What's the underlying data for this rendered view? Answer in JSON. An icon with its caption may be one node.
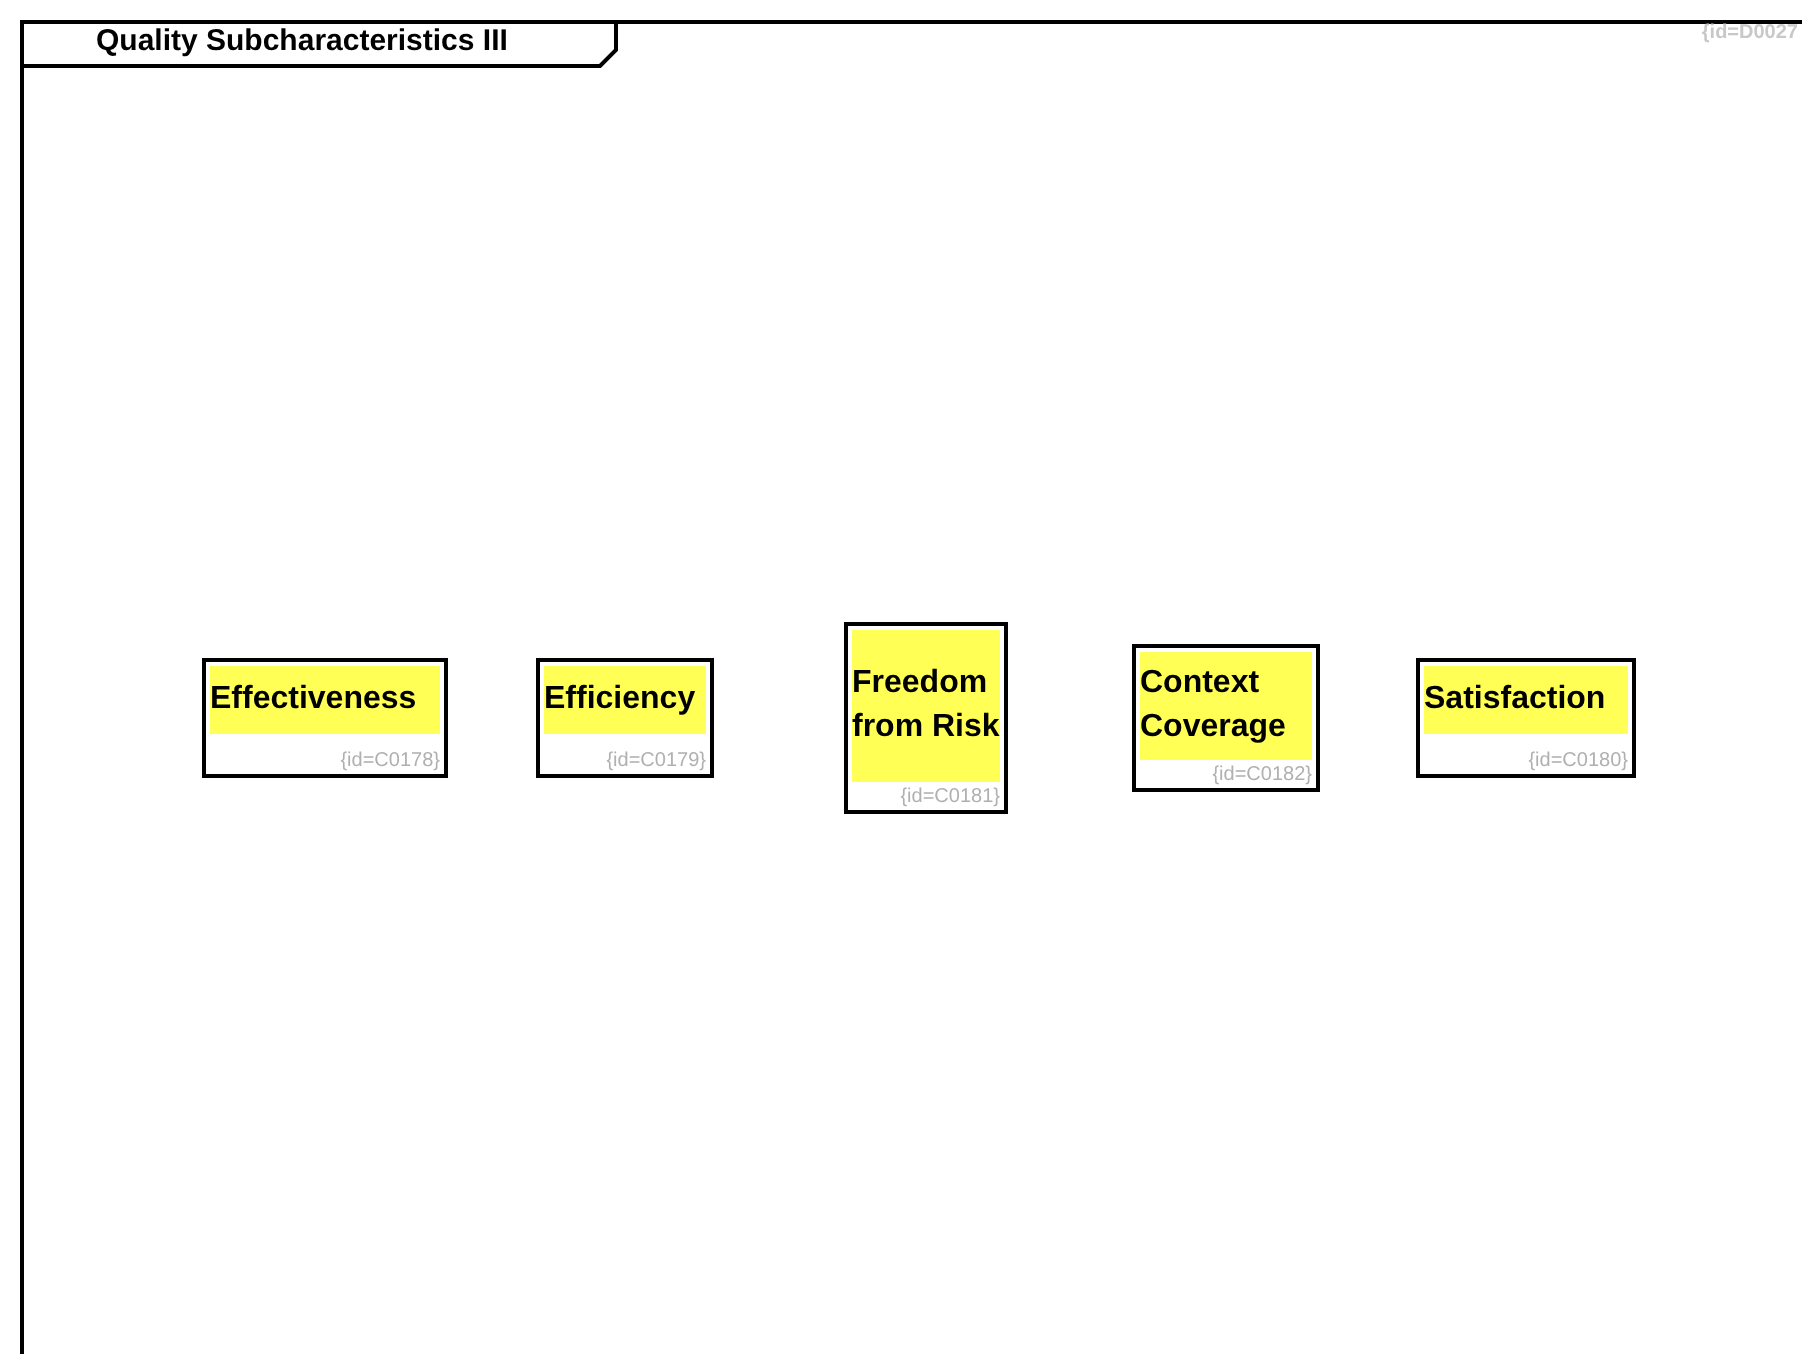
{
  "diagram": {
    "nodes": [
      {
        "text": [
          "Quality Subcharacteristics III"
        ]
      },
      {
        "text": [
          "Effectiveness",
          "{id=C0178}"
        ],
        "in": 0
      },
      {
        "text": [
          "Efficiency",
          "{id=C0179}"
        ],
        "in": 0
      },
      {
        "text": [
          "Freedom from Risk",
          "{id=C0181}"
        ],
        "in": 0
      },
      {
        "text": [
          "Context Coverage",
          "{id=C0182}"
        ],
        "in": 0
      },
      {
        "text": [
          "Satisfaction",
          "{id=C0180}"
        ],
        "in": 0
      }
    ],
    "labels": [
      "{id=D0027"
    ]
  }
}
